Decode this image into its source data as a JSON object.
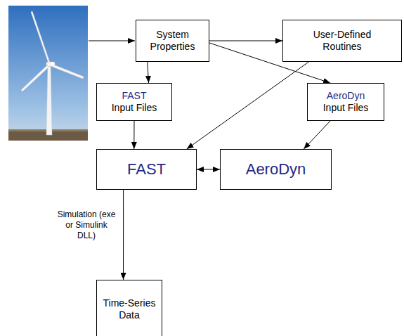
{
  "diagram": {
    "nodes": [
      {
        "text": [
          "System Properties"
        ]
      },
      {
        "text": [
          "User-Defined Routines"
        ]
      },
      {
        "text": [
          "FAST",
          "Input Files"
        ]
      },
      {
        "text": [
          "AeroDyn",
          "Input Files"
        ]
      },
      {
        "text": [
          "FAST"
        ]
      },
      {
        "text": [
          "AeroDyn"
        ]
      },
      {
        "text": [
          "Time-Series Data"
        ]
      }
    ],
    "edges": [
      {
        "from": 0,
        "to": 1,
        "arrow": "to"
      },
      {
        "from": 0,
        "to": 2,
        "arrow": "to"
      },
      {
        "from": 0,
        "to": 3,
        "arrow": "to"
      },
      {
        "from": 1,
        "to": 4,
        "arrow": "to"
      },
      {
        "from": 2,
        "to": 4,
        "arrow": "to"
      },
      {
        "from": 3,
        "to": 5,
        "arrow": "to"
      },
      {
        "from": 4,
        "to": 5,
        "arrow": "both"
      },
      {
        "from": 4,
        "to": 6,
        "arrow": "to",
        "label": "Simulation (exe or Simulink DLL)"
      }
    ]
  }
}
